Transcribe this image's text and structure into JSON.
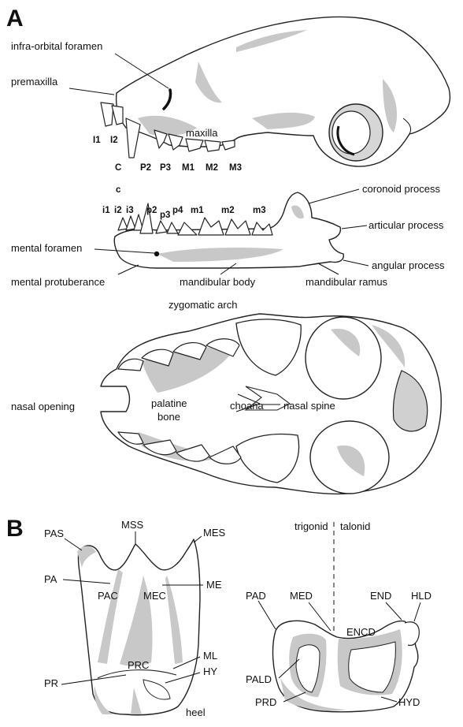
{
  "panel_a": {
    "letter": "A",
    "skull_labels": {
      "infraorbital": "infra-orbital foramen",
      "premaxilla": "premaxilla",
      "maxilla": "maxilla",
      "i1": "I1",
      "i2": "I2",
      "c": "C",
      "p2": "P2",
      "p3": "P3",
      "m1": "M1",
      "m2": "M2",
      "m3": "M3"
    },
    "mandible_labels": {
      "c": "c",
      "i1": "i1",
      "i2": "i2",
      "i3": "i3",
      "p2": "p2",
      "p3": "p3",
      "p4": "p4",
      "m1": "m1",
      "m2": "m2",
      "m3": "m3",
      "coronoid": "coronoid process",
      "articular": "articular process",
      "angular": "angular process",
      "mental_foramen": "mental foramen",
      "mental_protuberance": "mental protuberance",
      "body": "mandibular body",
      "ramus": "mandibular ramus"
    },
    "ventral_labels": {
      "zygomatic": "zygomatic arch",
      "nasal_opening": "nasal opening",
      "palatine_1": "palatine",
      "palatine_2": "bone",
      "choana": "choana",
      "nasal_spine": "nasal spine"
    }
  },
  "panel_b": {
    "letter": "B",
    "upper_labels": {
      "pas": "PAS",
      "mss": "MSS",
      "mes": "MES",
      "pa": "PA",
      "pac": "PAC",
      "mec": "MEC",
      "me": "ME",
      "prc": "PRC",
      "ml": "ML",
      "pr": "PR",
      "hy": "HY",
      "heel": "heel"
    },
    "lower_labels": {
      "trigonid": "trigonid",
      "talonid": "talonid",
      "pad": "PAD",
      "med": "MED",
      "end": "END",
      "hld": "HLD",
      "encd": "ENCD",
      "pald": "PALD",
      "prd": "PRD",
      "hyd": "HYD"
    }
  }
}
